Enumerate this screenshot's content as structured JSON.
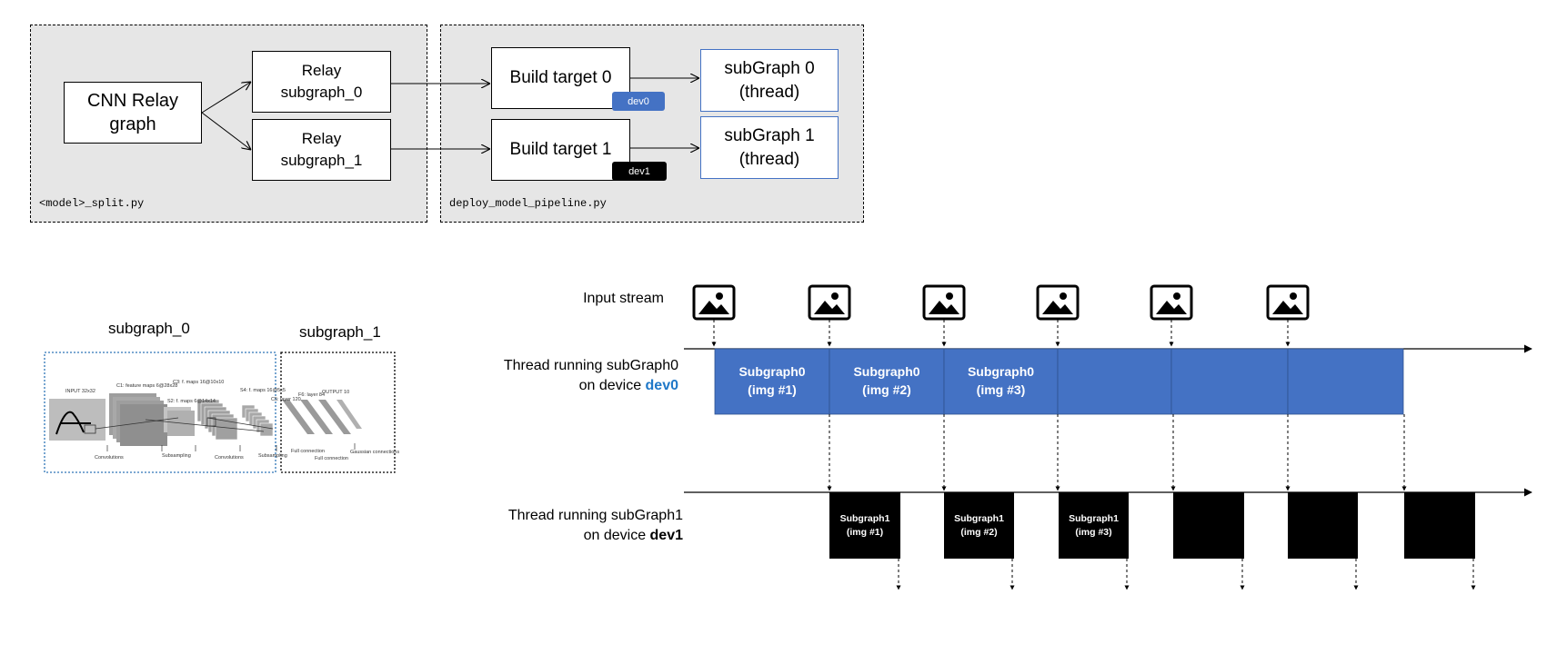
{
  "top": {
    "left_panel": {
      "file": "<model>_split.py",
      "cnn_box": "CNN Relay graph",
      "relay0": "Relay subgraph_0",
      "relay1": "Relay subgraph_1"
    },
    "right_panel": {
      "file": "deploy_model_pipeline.py",
      "build0": "Build target 0",
      "build1": "Build target 1",
      "dev0": "dev0",
      "dev1": "dev1",
      "sub0": "subGraph 0 (thread)",
      "sub1": "subGraph 1 (thread)"
    }
  },
  "cnn": {
    "label0": "subgraph_0",
    "label1": "subgraph_1",
    "net_labels": {
      "input": "INPUT 32x32",
      "c1": "C1: feature maps 6@28x28",
      "s2": "S2: f. maps 6@14x14",
      "c3": "C3: f. maps 16@10x10",
      "s4": "S4: f. maps 16@5x5",
      "c5": "C5: layer 120",
      "f6": "F6: layer 84",
      "output": "OUTPUT 10",
      "conv1": "Convolutions",
      "sub1": "Subsampling",
      "conv2": "Convolutions",
      "sub2": "Subsampling",
      "full1": "Full connection",
      "full2": "Full connection",
      "gauss": "Gaussian connections"
    }
  },
  "timeline": {
    "input_label": "Input stream",
    "thread0": {
      "line1": "Thread running subGraph0",
      "line2_prefix": "on device ",
      "device": "dev0"
    },
    "thread1": {
      "line1": "Thread running subGraph1",
      "line2_prefix": "on device ",
      "device": "dev1"
    },
    "sg0_blocks": [
      {
        "line1": "Subgraph0",
        "line2": "(img #1)"
      },
      {
        "line1": "Subgraph0",
        "line2": "(img #2)"
      },
      {
        "line1": "Subgraph0",
        "line2": "(img #3)"
      }
    ],
    "sg1_blocks": [
      {
        "line1": "Subgraph1",
        "line2": "(img #1)"
      },
      {
        "line1": "Subgraph1",
        "line2": "(img #2)"
      },
      {
        "line1": "Subgraph1",
        "line2": "(img #3)"
      }
    ]
  },
  "colors": {
    "blue": "#4472c4",
    "dev0_text": "#1f78c8",
    "panel": "#e6e6e6",
    "black": "#000000"
  },
  "icons": [
    "image-icon"
  ]
}
